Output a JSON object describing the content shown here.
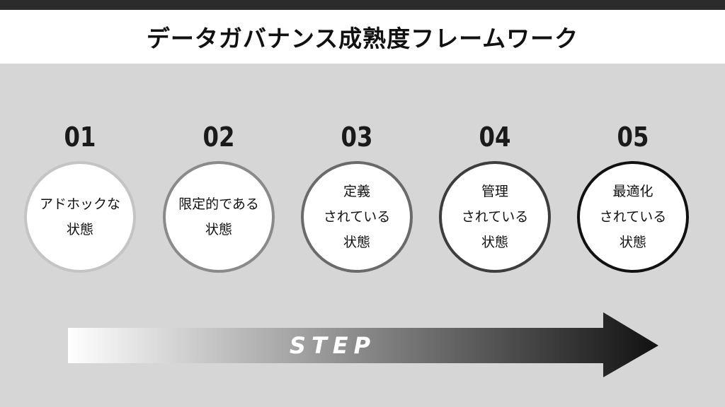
{
  "title": "データガバナンス成熟度フレームワーク",
  "steps": [
    {
      "num": "01",
      "lines": [
        "アドホックな",
        "状態"
      ],
      "border_color": "#c4c4c4"
    },
    {
      "num": "02",
      "lines": [
        "限定的である",
        "状態"
      ],
      "border_color": "#8a8a8a"
    },
    {
      "num": "03",
      "lines": [
        "定義",
        "されている",
        "状態"
      ],
      "border_color": "#6a6a6a"
    },
    {
      "num": "04",
      "lines": [
        "管理",
        "されている",
        "状態"
      ],
      "border_color": "#3d3d3d"
    },
    {
      "num": "05",
      "lines": [
        "最適化",
        "されている",
        "状態"
      ],
      "border_color": "#111111"
    }
  ],
  "arrow": {
    "label": "STEP",
    "gradient_start": "#ffffff",
    "gradient_end": "#111111"
  }
}
